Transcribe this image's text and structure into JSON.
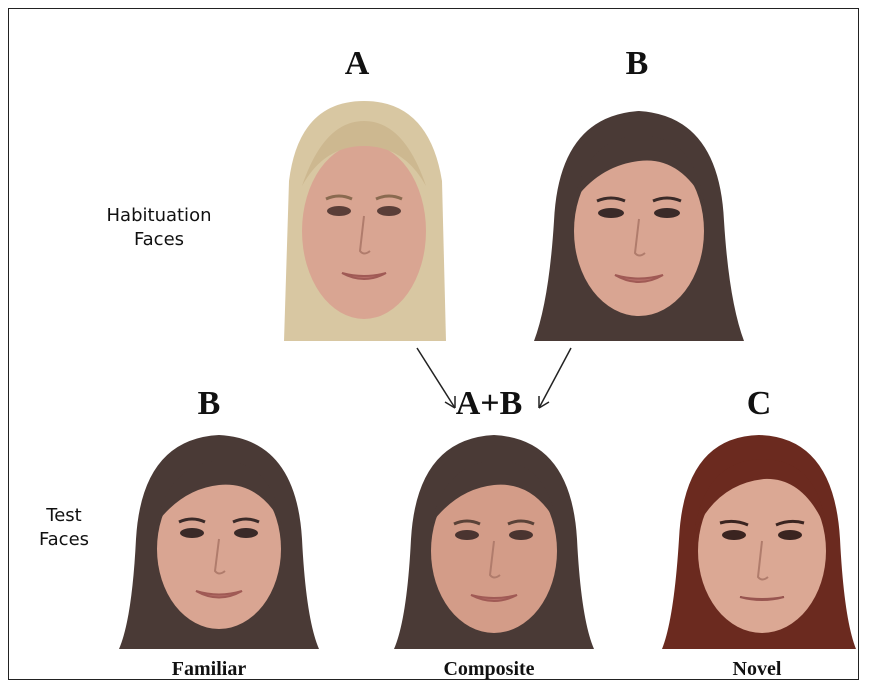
{
  "habituation": {
    "label_line1": "Habituation",
    "label_line2": "Faces",
    "faces": [
      {
        "letter": "A",
        "hair": "blonde"
      },
      {
        "letter": "B",
        "hair": "dark-brown"
      }
    ]
  },
  "test": {
    "label_line1": "Test",
    "label_line2": "Faces",
    "faces": [
      {
        "letter": "B",
        "caption": "Familiar",
        "hair": "dark-brown"
      },
      {
        "letter": "A+B",
        "caption": "Composite",
        "hair": "dark-brown"
      },
      {
        "letter": "C",
        "caption": "Novel",
        "hair": "auburn"
      }
    ]
  },
  "colors": {
    "skin": "#d9a592",
    "skin_shade": "#c98d7b",
    "hair_blonde": "#d8c7a2",
    "hair_dark": "#4a3a36",
    "hair_auburn": "#6b2a1f",
    "lips": "#b8706a",
    "arrow": "#222222"
  }
}
